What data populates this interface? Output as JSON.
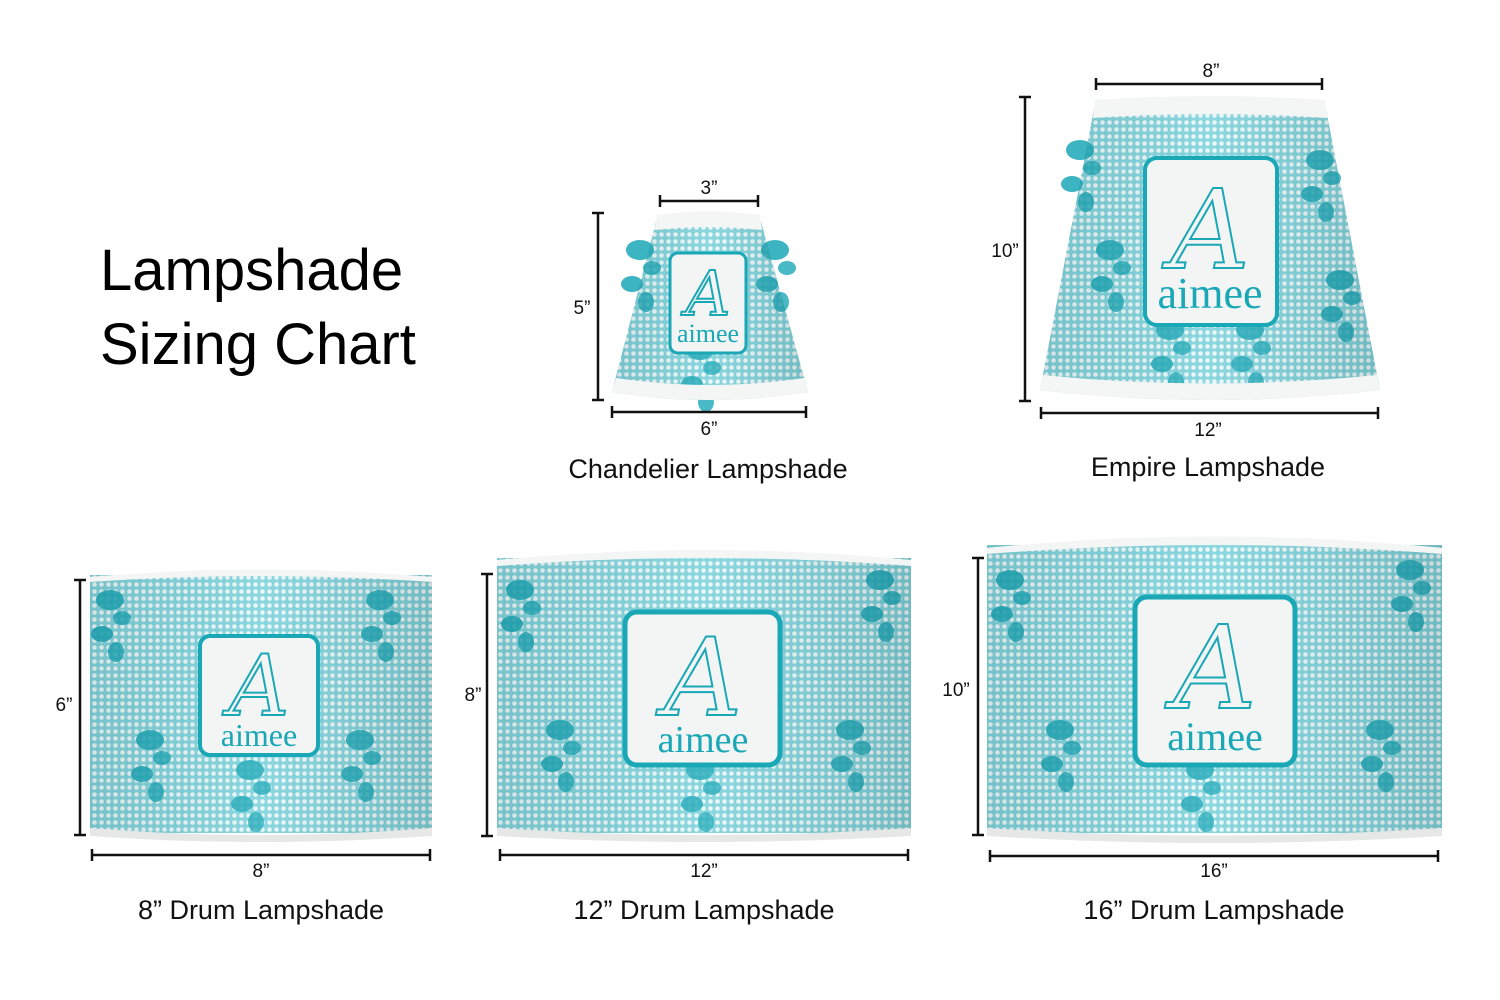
{
  "title": {
    "line1": "Lampshade",
    "line2": "Sizing Chart"
  },
  "monogram": {
    "initial": "A",
    "name": "aimee"
  },
  "colors": {
    "teal": "#1aa7b6",
    "light_teal": "#bfeaef",
    "rim": "#f4f6f6"
  },
  "shades": [
    {
      "caption": "Chandelier Lampshade",
      "top": "3”",
      "bottom": "6”",
      "height": "5”"
    },
    {
      "caption": "Empire Lampshade",
      "top": "8”",
      "bottom": "12”",
      "height": "10”"
    },
    {
      "caption": "8” Drum Lampshade",
      "bottom": "8”",
      "height": "6”"
    },
    {
      "caption": "12” Drum Lampshade",
      "bottom": "12”",
      "height": "8”"
    },
    {
      "caption": "16” Drum Lampshade",
      "bottom": "16”",
      "height": "10”"
    }
  ]
}
